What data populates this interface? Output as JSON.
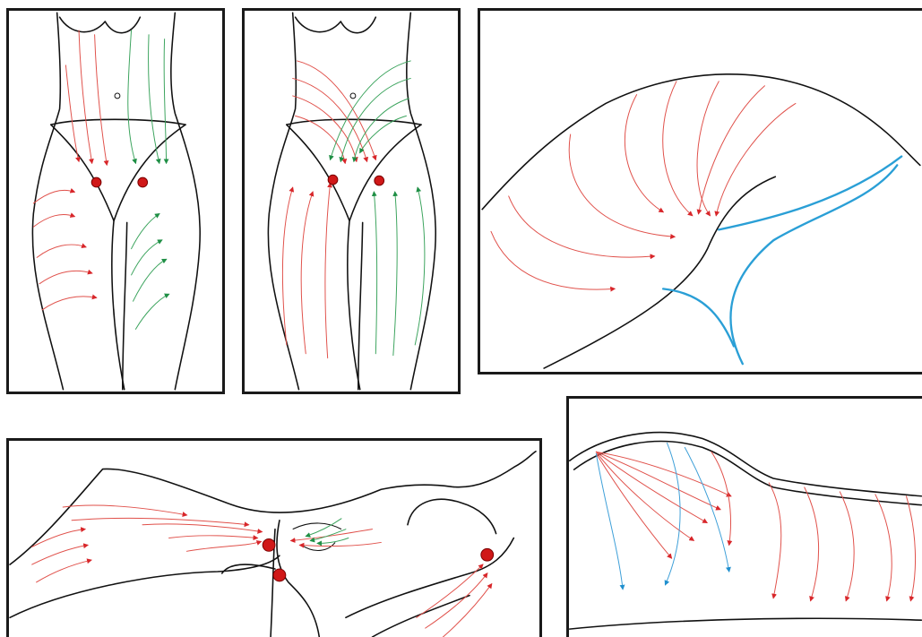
{
  "colors": {
    "outline": "#111111",
    "superficial_flow": "#e0504a",
    "deep_flow": "#3aa35c",
    "vessel": "#2a9fd6",
    "alt_flow": "#3d9fd8",
    "lymph_node": "#d01818"
  },
  "panels": [
    {
      "view": "front-torso-legs",
      "flows": [
        "red",
        "green"
      ],
      "nodes": 2
    },
    {
      "view": "front-torso-legs-crossed",
      "flows": [
        "red",
        "green"
      ],
      "nodes": 2
    },
    {
      "view": "groin-closeup",
      "flows": [
        "red"
      ],
      "vessels": [
        "blue"
      ]
    },
    {
      "view": "reclining-side",
      "flows": [
        "red",
        "green"
      ],
      "nodes": 3
    },
    {
      "view": "back-thigh-closeup",
      "flows": [
        "red",
        "blue"
      ]
    }
  ]
}
